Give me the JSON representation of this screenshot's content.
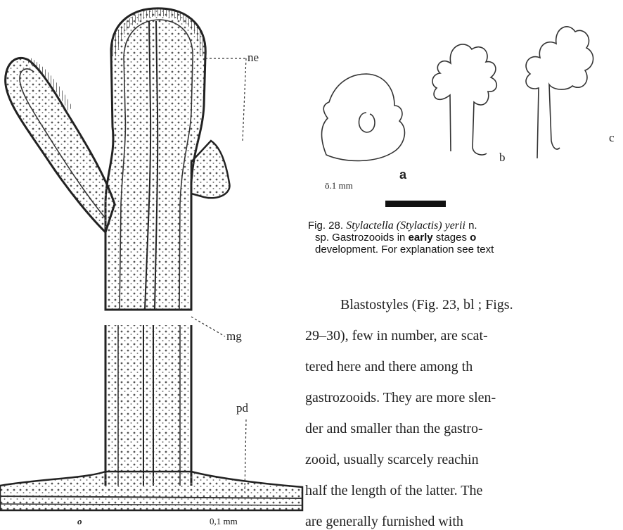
{
  "figure_left": {
    "labels": {
      "ne": "ne",
      "mg": "mg",
      "pd": "pd"
    },
    "scale_left": "o",
    "scale_right": "0,1 mm"
  },
  "figure_right": {
    "labels": {
      "a": "a",
      "b": "b",
      "c": "c"
    },
    "scale": "ō.1 mm"
  },
  "caption": {
    "fig": "Fig. 28.",
    "species": "Stylactella (Stylactis) yerii",
    "rest1": " n.",
    "line2a": "sp.   Gastrozooids in ",
    "bold1": "early",
    "line2b": " stages ",
    "bold2": "o",
    "line3": "development.  For explanation see text"
  },
  "body": {
    "lines": [
      "Blastostyles (Fig. 23, bl ; Figs.",
      "29–30), few in number, are scat-",
      "tered here and there among th",
      "gastrozooids.  They are more slen-",
      "der and smaller than the gastro-",
      "zooid, usually scarcely reachin",
      "half the length of the latter.  The",
      "are generally furnished with"
    ]
  }
}
